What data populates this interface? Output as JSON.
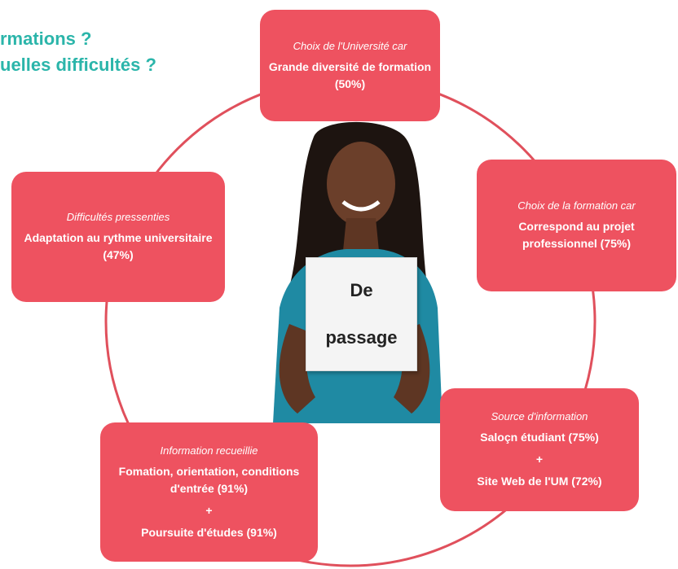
{
  "heading": {
    "line1": "rmations ?",
    "line2": "uelles difficultés ?"
  },
  "sign": {
    "line1": "De",
    "line2": "passage"
  },
  "colors": {
    "card": "#ee5260",
    "ring": "#e0505c",
    "heading": "#2bb5aa"
  },
  "cards": [
    {
      "caption": "Choix de l'Université car",
      "value": "Grande diversité de formation (50%)"
    },
    {
      "caption": "Choix de la formation car",
      "value": "Correspond au projet professionnel (75%)"
    },
    {
      "caption": "Source d'information",
      "value": "Saloçn étudiant (75%)",
      "plus": "+",
      "value2": "Site Web de l'UM (72%)"
    },
    {
      "caption": "Information recueillie",
      "value": "Fomation, orientation, conditions d'entrée (91%)",
      "plus": "+",
      "value2": "Poursuite d'études (91%)"
    },
    {
      "caption": "Difficultés pressenties",
      "value": "Adaptation au rythme universitaire (47%)"
    }
  ]
}
